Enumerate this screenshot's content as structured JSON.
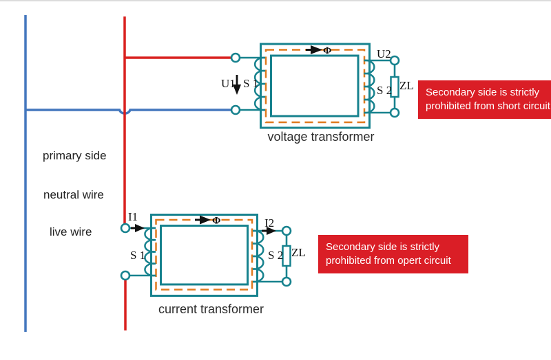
{
  "wire_labels": {
    "primary_side": "primary side",
    "neutral_wire": "neutral wire",
    "live_wire": "live wire"
  },
  "voltage_transformer": {
    "caption": "voltage transformer",
    "primary_voltage": "U1",
    "primary_winding": "S 1",
    "secondary_voltage": "U2",
    "secondary_winding": "S 2",
    "load": "ZL",
    "flux": "Φ"
  },
  "current_transformer": {
    "caption": "current transformer",
    "primary_current": "I1",
    "primary_winding": "S 1",
    "secondary_current": "I2",
    "secondary_winding": "S 2",
    "load": "ZL",
    "flux": "Φ"
  },
  "banners": {
    "short_circuit": {
      "line1": "Secondary side is strictly",
      "line2": "prohibited from short circuit"
    },
    "open_circuit": {
      "line1": "Secondary side is strictly",
      "line2": "prohibited from opert circuit"
    }
  },
  "colors": {
    "live_wire_red": "#d9201f",
    "neutral_wire_blue": "#4377bd",
    "circuit_teal": "#17828e",
    "flux_orange": "#e07a1f",
    "banner_red": "#da1e26",
    "arrow_black": "#111111"
  }
}
